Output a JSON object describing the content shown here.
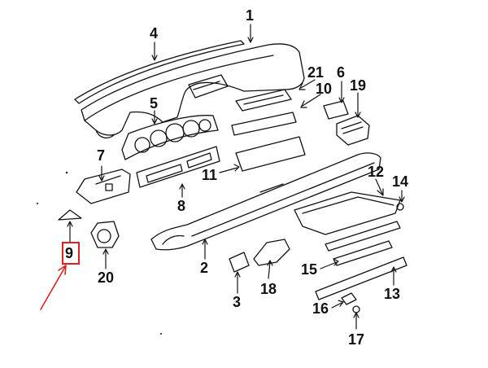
{
  "diagram": {
    "callouts": [
      {
        "id": "c1",
        "label": "1"
      },
      {
        "id": "c2",
        "label": "2"
      },
      {
        "id": "c3",
        "label": "3"
      },
      {
        "id": "c4",
        "label": "4"
      },
      {
        "id": "c5",
        "label": "5"
      },
      {
        "id": "c6",
        "label": "6"
      },
      {
        "id": "c7",
        "label": "7"
      },
      {
        "id": "c8",
        "label": "8"
      },
      {
        "id": "c9",
        "label": "9"
      },
      {
        "id": "c10",
        "label": "10"
      },
      {
        "id": "c11",
        "label": "11"
      },
      {
        "id": "c12",
        "label": "12"
      },
      {
        "id": "c13",
        "label": "13"
      },
      {
        "id": "c14",
        "label": "14"
      },
      {
        "id": "c15",
        "label": "15"
      },
      {
        "id": "c16",
        "label": "16"
      },
      {
        "id": "c17",
        "label": "17"
      },
      {
        "id": "c18",
        "label": "18"
      },
      {
        "id": "c19",
        "label": "19"
      },
      {
        "id": "c20",
        "label": "20"
      },
      {
        "id": "c21",
        "label": "21"
      }
    ],
    "highlighted_part": "9",
    "highlight_color": "#e02020"
  }
}
